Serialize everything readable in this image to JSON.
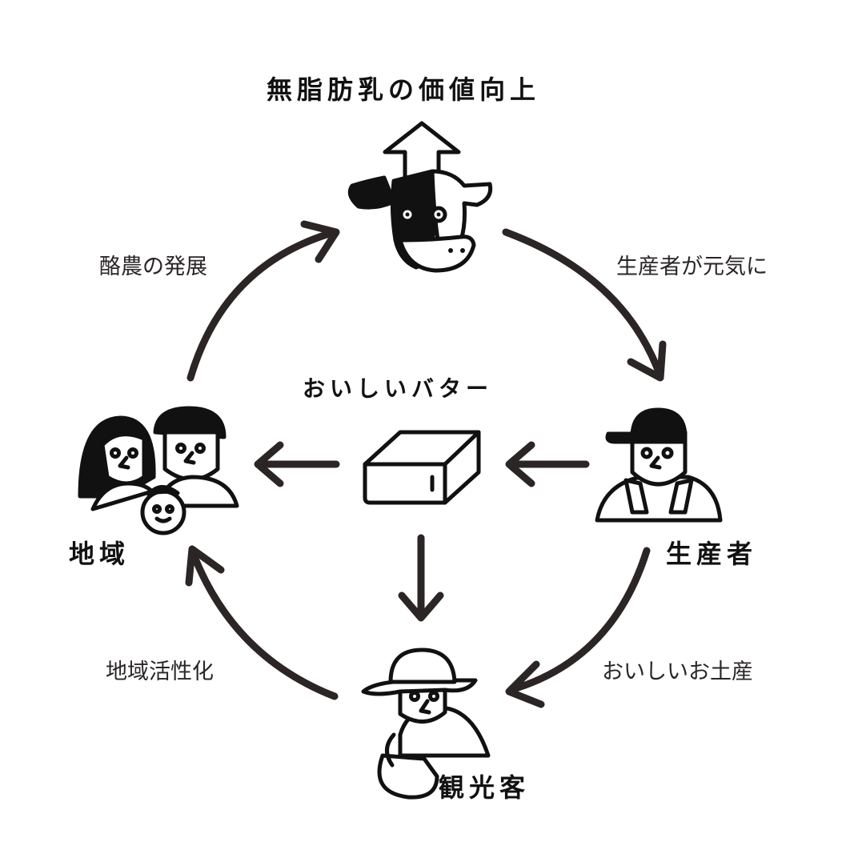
{
  "title": "無脂肪乳の価値向上",
  "center_label": "おいしいバター",
  "nodes": {
    "producer": "生産者",
    "region": "地域",
    "tourist": "観光客"
  },
  "flows": {
    "cow_to_producer": "生産者が元気に",
    "region_to_cow": "酪農の発展",
    "producer_to_tourist": "おいしいお土産",
    "tourist_to_region": "地域活性化"
  },
  "icons": {
    "cow": "cow-icon",
    "butter": "butter-icon",
    "producer": "farmer-icon",
    "family": "family-icon",
    "tourist": "tourist-icon",
    "up_arrow": "up-arrow-icon"
  },
  "colors": {
    "arc": "#2b2525",
    "ink": "#111111",
    "background": "#ffffff"
  }
}
